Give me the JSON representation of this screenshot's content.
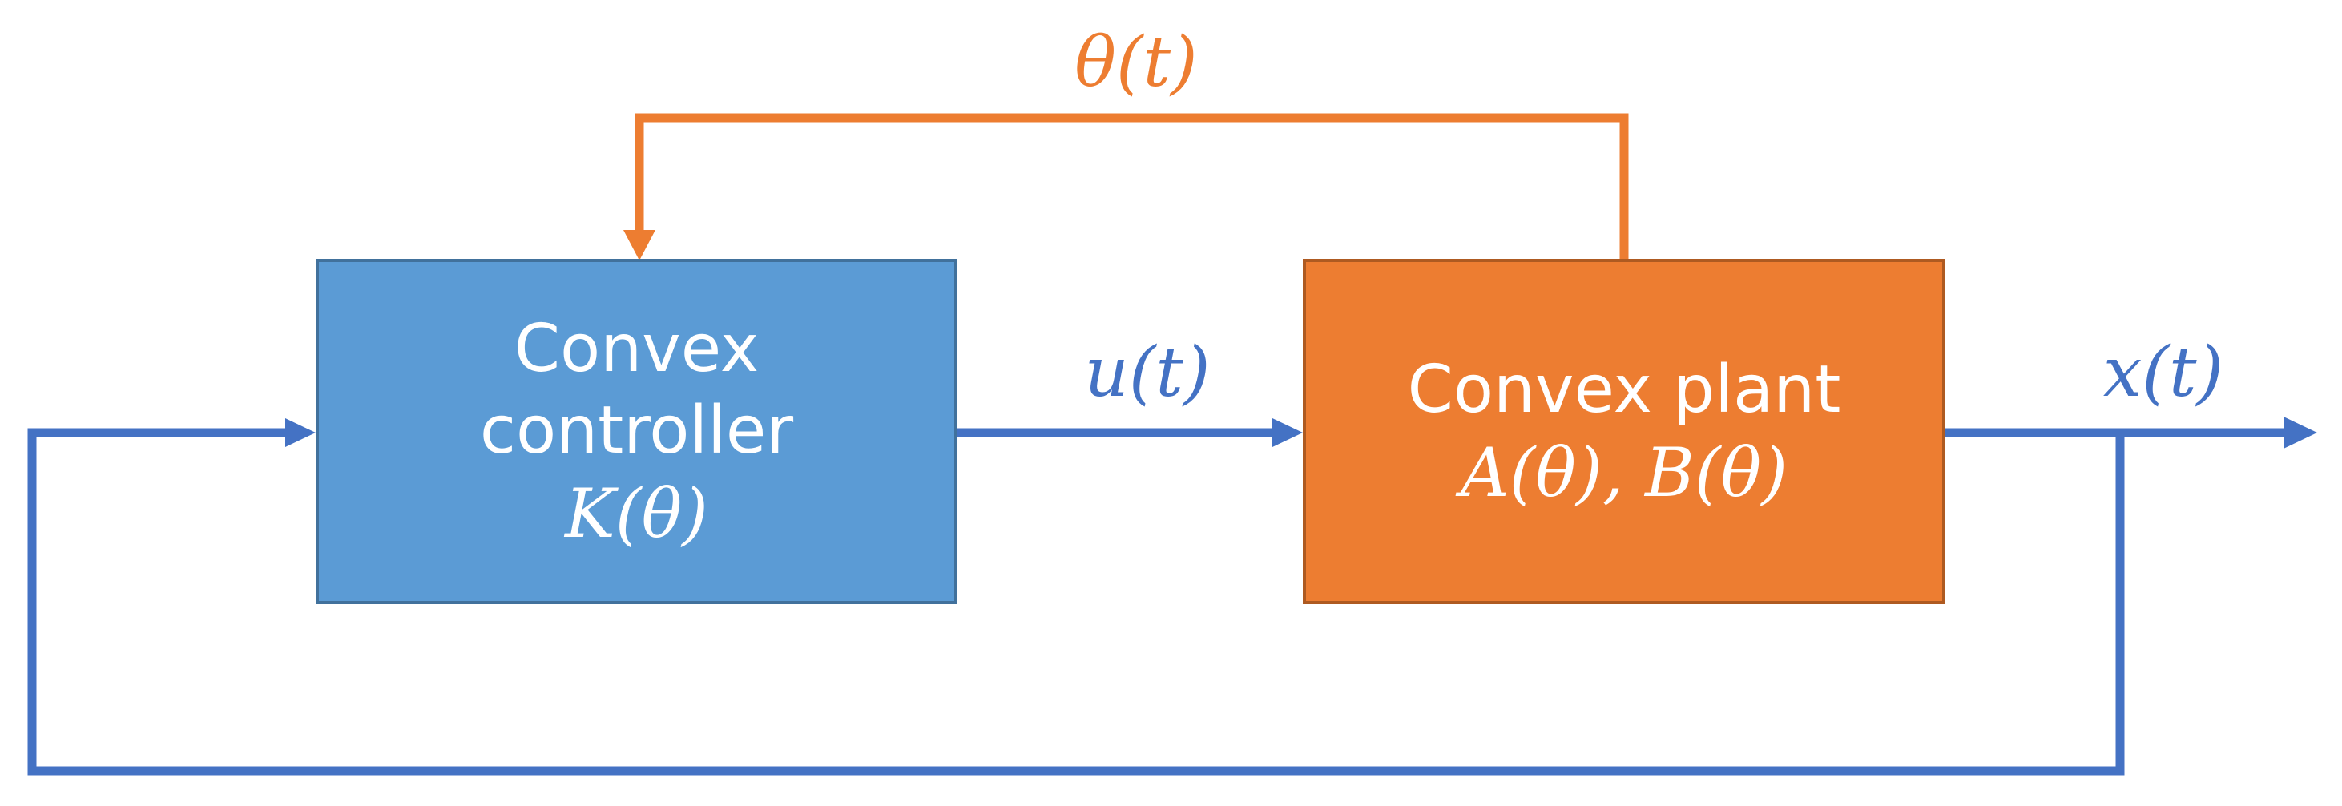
{
  "colors": {
    "blue": "#5b9bd5",
    "blue_dark": "#4472c4",
    "orange": "#ed7d31",
    "blue_border": "#41719c",
    "orange_border": "#ae5a21",
    "white": "#ffffff"
  },
  "blocks": {
    "controller": {
      "line1": "Convex",
      "line2": "controller",
      "math": "K(θ)"
    },
    "plant": {
      "line1": "Convex plant",
      "math": "A(θ), B(θ)"
    }
  },
  "signals": {
    "theta": "θ(t)",
    "u": "u(t)",
    "x": "x(t)"
  }
}
